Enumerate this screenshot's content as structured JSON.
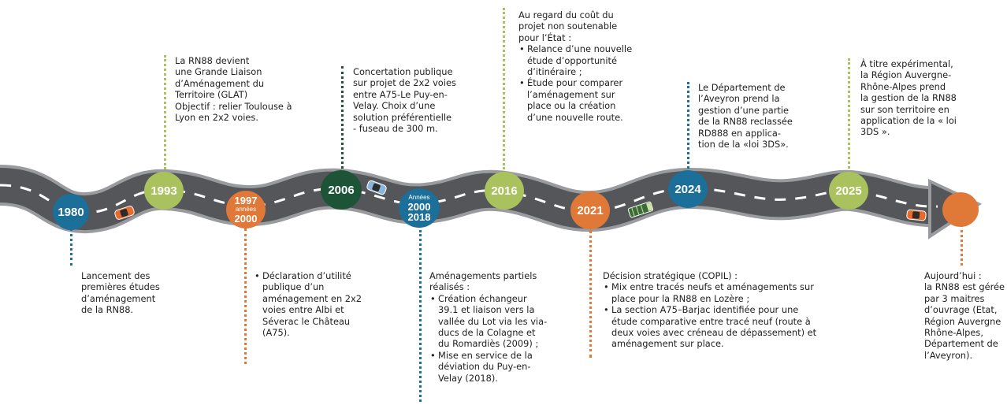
{
  "colors": {
    "road": "#55565a",
    "road_edge": "#8a8b8f",
    "lane": "#ffffff",
    "blue": "#1b6f98",
    "green_light": "#a9c25d",
    "orange": "#e07838",
    "green_dark": "#1d5437"
  },
  "milestones": [
    {
      "year": "1980",
      "color": "blue",
      "text": [
        "Lancement des",
        "premières études",
        "d’aménagement",
        "de la RN88."
      ]
    },
    {
      "year": "1993",
      "color": "green_light",
      "text": [
        "La RN88 devient",
        "une Grande Liaison",
        "d’Aménagement du",
        "Territoire (GLAT)",
        "Objectif : relier Toulouse à",
        "Lyon en 2x2 voies."
      ]
    },
    {
      "year_top": "1997",
      "year_small": "années",
      "year_bottom": "2000",
      "color": "orange",
      "bullet": [
        "Déclaration d’utilité",
        "publique d’un",
        "aménagement en 2x2",
        "voies entre Albi et",
        "Séverac le Château",
        "(A75)."
      ]
    },
    {
      "year": "2006",
      "color": "green_dark",
      "text": [
        "Concertation publique",
        "sur projet de 2x2 voies",
        "entre A75-Le Puy-en-",
        "Velay. Choix d’une",
        "solution préférentielle",
        "- fuseau de 300 m."
      ]
    },
    {
      "year_small": "Années",
      "year_top": "2000",
      "year_bottom": "2018",
      "color": "blue",
      "heading": [
        "Aménagements partiels",
        "réalisés :"
      ],
      "bullets": [
        [
          "Création échangeur",
          "39.1 et liaison vers la",
          "vallée du Lot via les via-",
          "ducs de la Colagne et",
          "du Romardiès (2009) ;"
        ],
        [
          "Mise en service de la",
          "déviation du Puy-en-",
          "Velay (2018)."
        ]
      ]
    },
    {
      "year": "2016",
      "color": "green_light",
      "heading": [
        "Au regard du coût du",
        "projet non soutenable",
        "pour l’État :"
      ],
      "bullets": [
        [
          "Relance d’une nouvelle",
          "étude d’opportunité",
          "d’itinéraire ;"
        ],
        [
          "Étude pour comparer",
          "l’aménagement sur",
          "place ou la création",
          "d’une nouvelle route."
        ]
      ]
    },
    {
      "year": "2021",
      "color": "orange",
      "heading": [
        "Décision stratégique (COPIL) :"
      ],
      "bullets": [
        [
          "Mix entre tracés neufs et aménagements sur",
          "place pour la RN88 en Lozère ;"
        ],
        [
          "La section A75–Barjac identifiée pour une",
          "étude comparative entre tracé neuf (route à",
          "deux voies avec créneau de dépassement) et",
          "aménagement sur place."
        ]
      ]
    },
    {
      "year": "2024",
      "color": "blue",
      "text": [
        "Le Département de",
        "l’Aveyron prend la",
        "gestion d’une partie",
        "de la RN88 reclassée",
        "RD888 en applica-",
        "tion de la «loi 3DS»."
      ]
    },
    {
      "year": "2025",
      "color": "green_light",
      "text": [
        "À titre expérimental,",
        "la Région Auvergne-",
        "Rhône-Alpes prend",
        "la gestion de la RN88",
        "sur son territoire en",
        "application de la « loi",
        "3DS »."
      ]
    },
    {
      "year": "",
      "color": "orange",
      "text": [
        "Aujourd’hui :",
        "la RN88 est gérée",
        "par 3 maitres",
        "d’ouvrage (Etat,",
        "Région Auvergne",
        "Rhône-Alpes,",
        "Département de",
        "l’Aveyron)."
      ]
    }
  ],
  "vehicles": [
    {
      "name": "car-1",
      "color": "#e86a2c"
    },
    {
      "name": "car-2",
      "color": "#8ab4d8"
    },
    {
      "name": "truck",
      "color": "#3c6b3a"
    },
    {
      "name": "car-3",
      "color": "#e86a2c"
    }
  ]
}
